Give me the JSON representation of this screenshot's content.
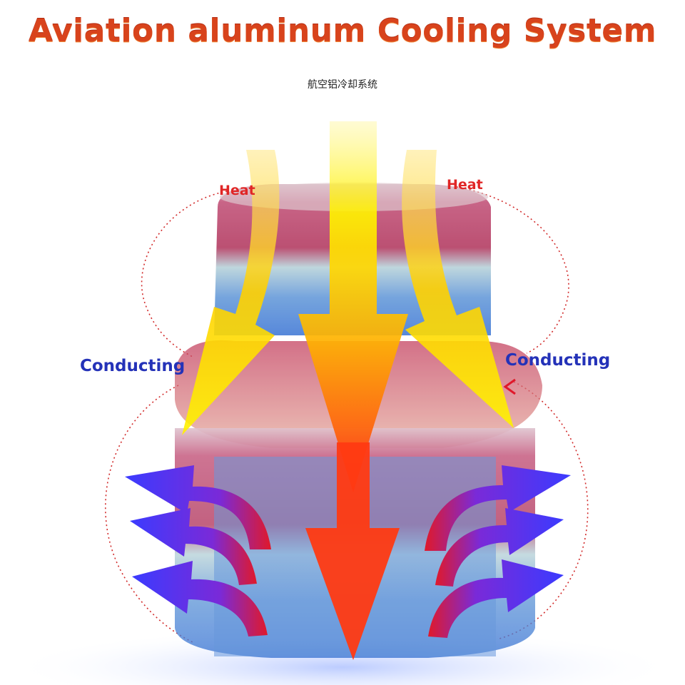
{
  "title": "Aviation aluminum Cooling System",
  "subtitle": "航空铝冷却系统",
  "labels": {
    "heat_left": "Heat",
    "heat_right": "Heat",
    "conducting_left": "Conducting",
    "conducting_right": "Conducting"
  },
  "colors": {
    "title": "#d8431c",
    "heat_label": "#e02626",
    "conducting_label": "#2432b8",
    "heat_arrow_top": "#fff200",
    "heat_arrow_bottom": "#ff2a10",
    "cool_arrow": "#3b3bff",
    "cool_arrow_tail": "#e0192a",
    "body_top": "#b3325a",
    "body_bottom": "#3b7bd6"
  },
  "icons": [
    "heat-flow-arrow",
    "cooling-airflow-arrow",
    "heat-radiation-dotted-curve"
  ]
}
